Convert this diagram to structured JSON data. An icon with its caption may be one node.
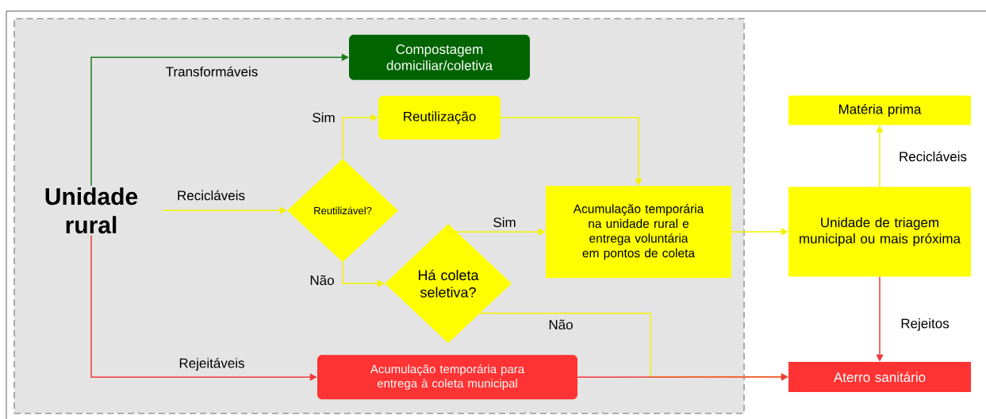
{
  "diagram": {
    "nodes": [
      {
        "text": [],
        "shape": "box"
      },
      {
        "text": [
          "Unidade rural"
        ],
        "in": 0
      },
      {
        "text": [
          "Compostagem domiciliar/coletiva"
        ],
        "in": 0
      },
      {
        "text": [
          "Reutilização"
        ],
        "in": 0
      },
      {
        "text": [
          "Reutilizável?"
        ],
        "in": 0
      },
      {
        "text": [
          "Acumulação temporária na unidade rural e entrega voluntária em pontos de coleta"
        ],
        "in": 0
      },
      {
        "text": [
          "Há coleta seletiva?"
        ],
        "in": 0
      },
      {
        "text": [
          "Acumulação temporária para entrega à coleta municipal"
        ],
        "in": 0
      },
      {
        "text": [
          "Matéria prima"
        ]
      },
      {
        "text": [
          "Unidade de triagem municipal ou mais próxima"
        ]
      },
      {
        "text": [
          "Aterro sanitário"
        ]
      }
    ],
    "edges": [
      {
        "from": 1,
        "to": 2,
        "arrow": "to",
        "label": "Transformáveis",
        "color": "#1e7b1e"
      },
      {
        "from": 1,
        "to": 4,
        "arrow": "to",
        "label": "Recicláveis"
      },
      {
        "from": 1,
        "to": 7,
        "arrow": "to",
        "label": "Rejeitáveis",
        "color": "#ee3b3b"
      },
      {
        "from": 4,
        "to": 3,
        "arrow": "to",
        "label": "Sim"
      },
      {
        "from": 4,
        "to": 6,
        "arrow": "to",
        "label": "Não"
      },
      {
        "from": 3,
        "to": 5,
        "arrow": "to"
      },
      {
        "from": 6,
        "to": 5,
        "arrow": "to",
        "label": "Sim"
      },
      {
        "from": 6,
        "to": 10,
        "arrow": "to",
        "label": "Não"
      },
      {
        "from": 7,
        "to": 10,
        "arrow": "to",
        "color": "#ee3b3b"
      },
      {
        "from": 5,
        "to": 9,
        "arrow": "to"
      },
      {
        "from": 9,
        "to": 8,
        "arrow": "to",
        "label": "Recicláveis"
      },
      {
        "from": 9,
        "to": 10,
        "arrow": "to",
        "label": "Rejeitos",
        "color": "#ee3b3b"
      }
    ]
  }
}
